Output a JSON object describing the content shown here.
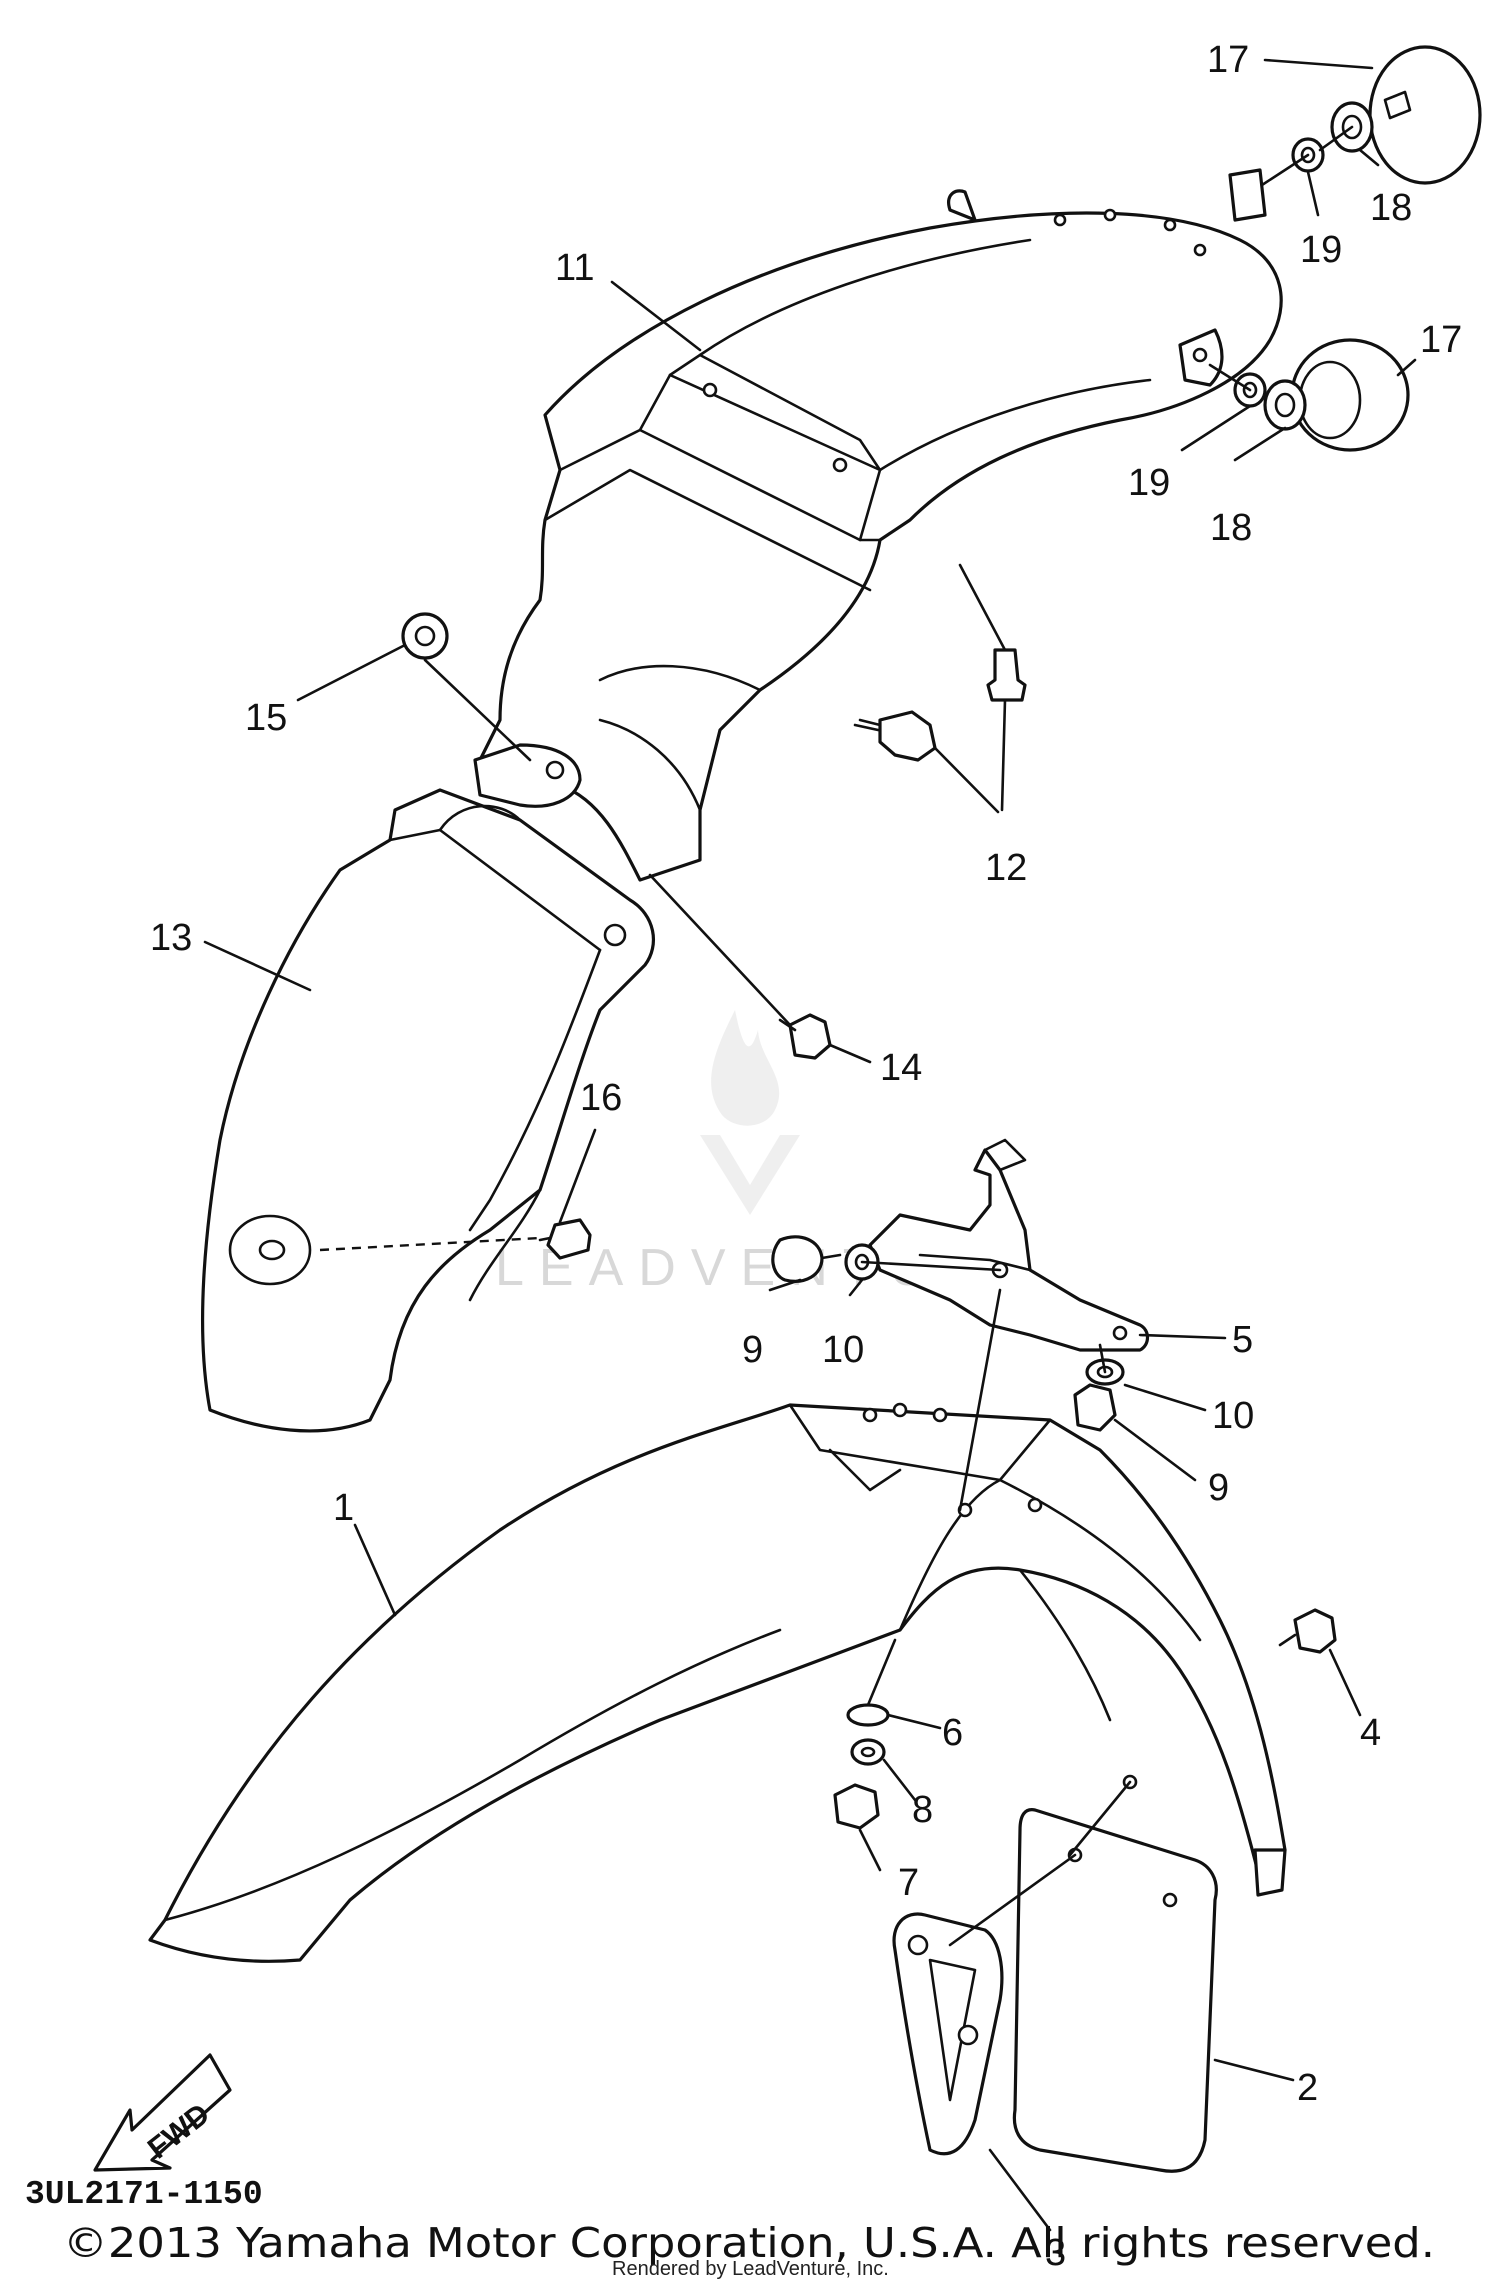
{
  "diagram_code": "3UL2171-1150",
  "copyright": "©2013 Yamaha Motor Corporation, U.S.A. All rights reserved.",
  "rendered_by": "Rendered by LeadVenture, Inc.",
  "watermark": "LEADVENTURE",
  "fwd_label": "FWD",
  "callouts": {
    "c1": "1",
    "c2": "2",
    "c3": "3",
    "c4": "4",
    "c5": "5",
    "c6": "6",
    "c7": "7",
    "c8": "8",
    "c9a": "9",
    "c9b": "9",
    "c10a": "10",
    "c10b": "10",
    "c11": "11",
    "c12": "12",
    "c13": "13",
    "c14": "14",
    "c15": "15",
    "c16": "16",
    "c17a": "17",
    "c17b": "17",
    "c18a": "18",
    "c18b": "18",
    "c19a": "19",
    "c19b": "19"
  }
}
